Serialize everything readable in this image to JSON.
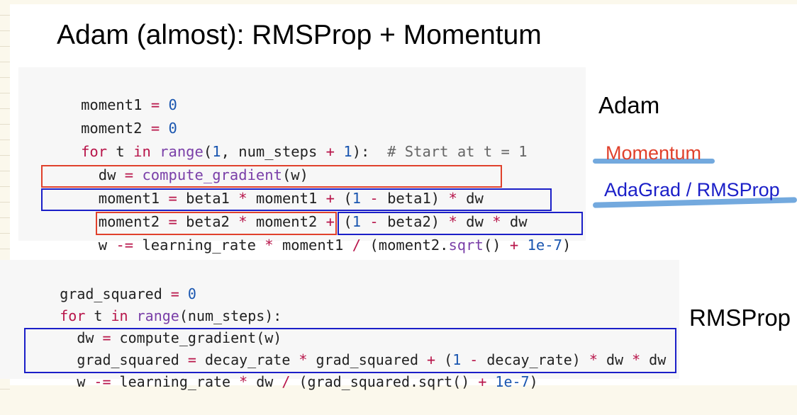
{
  "title": {
    "main": "Adam",
    "sub": " (almost): RMSProp + Momentum"
  },
  "adam_code": {
    "lines": [
      "moment1 = 0",
      "moment2 = 0",
      "for t in range(1, num_steps + 1):  # Start at t = 1",
      "  dw = compute_gradient(w)",
      "  moment1 = beta1 * moment1 + (1 - beta1) * dw",
      "  moment2 = beta2 * moment2 + (1 - beta2) * dw * dw",
      "  w -= learning_rate * moment1 / (moment2.sqrt() + 1e-7)"
    ]
  },
  "rmsprop_code": {
    "lines": [
      "grad_squared = 0",
      "for t in range(num_steps):",
      "  dw = compute_gradient(w)",
      "  grad_squared = decay_rate * grad_squared + (1 - decay_rate) * dw * dw",
      "  w -= learning_rate * dw / (grad_squared.sqrt() + 1e-7)"
    ]
  },
  "labels": {
    "adam": "Adam",
    "momentum": "Momentum",
    "adagrad_rmsprop": "AdaGrad / RMSProp",
    "rmsprop": "RMSProp"
  },
  "colors": {
    "red_box": "#e0412c",
    "blue_box": "#1b1fc8",
    "momentum_text": "#e0412c",
    "adagrad_text": "#1b1fc8",
    "highlight": "#5b9ad8"
  }
}
